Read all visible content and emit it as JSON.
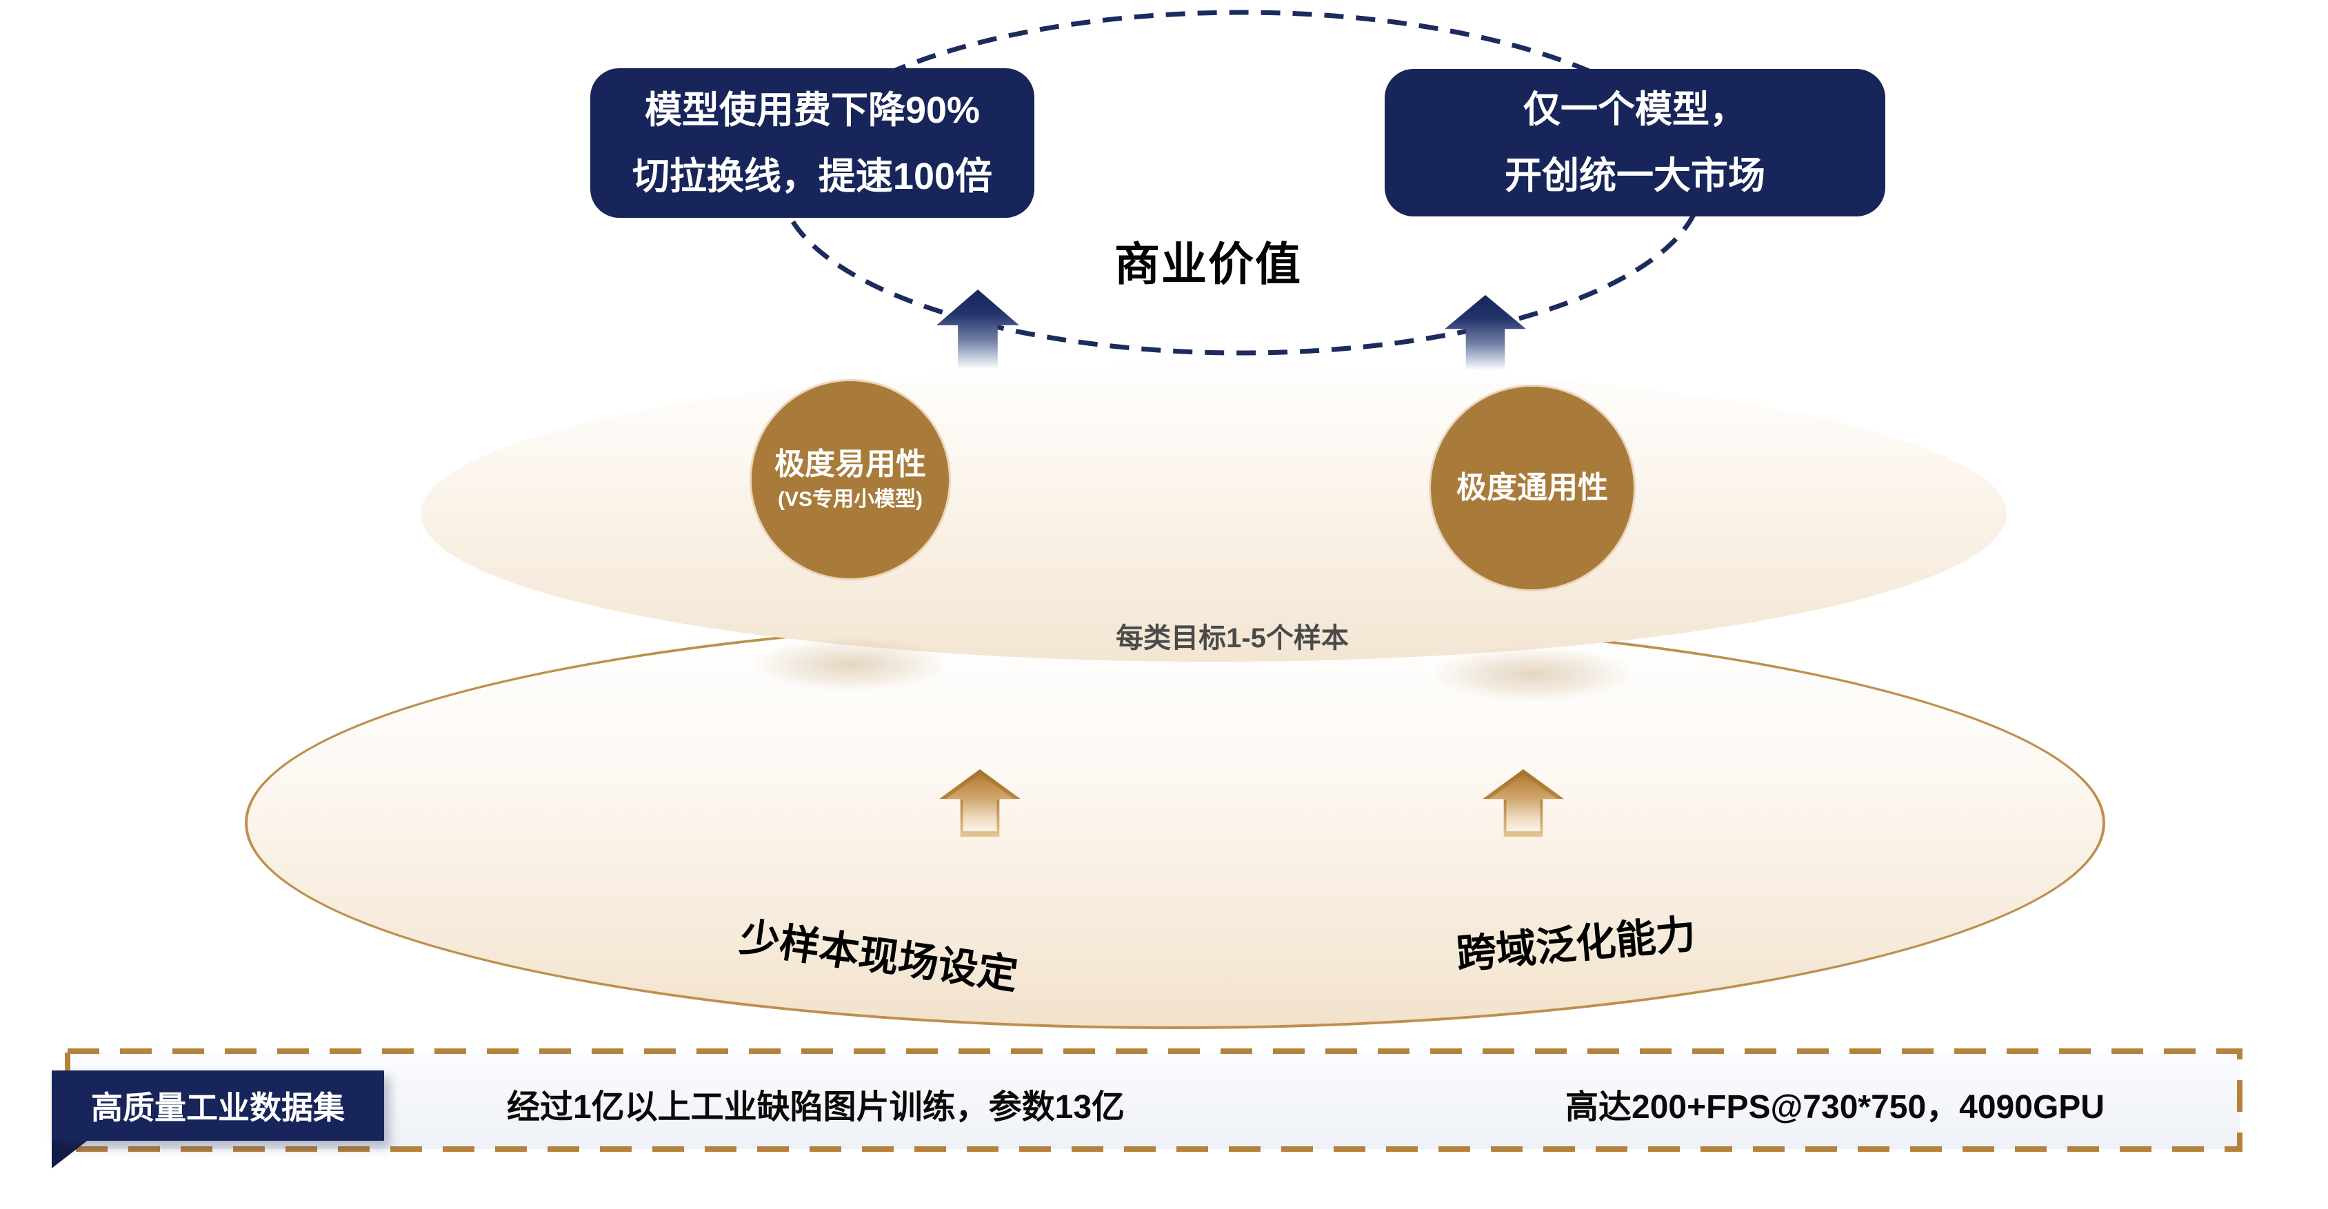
{
  "title": {
    "text": "商业价值"
  },
  "top_boxes": {
    "left": {
      "line1": "模型使用费下降90%",
      "line2": "切拉换线，提速100倍"
    },
    "right": {
      "line1": "仅一个模型，",
      "line2": "开创统一大市场"
    }
  },
  "circles": {
    "left": {
      "title": "极度易用性",
      "subtitle": "(VS专用小模型)"
    },
    "right": {
      "title": "极度通用性"
    }
  },
  "samples_label": "每类目标1-5个样本",
  "bottom_ellipse_labels": {
    "left": "少样本现场设定",
    "right": "跨域泛化能力"
  },
  "bottom_bar": {
    "tag": "高质量工业数据集",
    "left_text": "经过1亿以上工业缺陷图片训练，参数13亿",
    "right_text": "高达200+FPS@730*750，4090GPU"
  },
  "colors": {
    "navy": "#18255a",
    "navy_dark": "#111c49",
    "gold_circle": "#a97b3b",
    "ellipse_border": "#be8f4d",
    "dashed_border_gold": "#b5823e",
    "dashed_ellipse_navy": "#1b2b5e",
    "beige_fill": "#f3e5d2",
    "samples_text": "#4a4a4a"
  }
}
